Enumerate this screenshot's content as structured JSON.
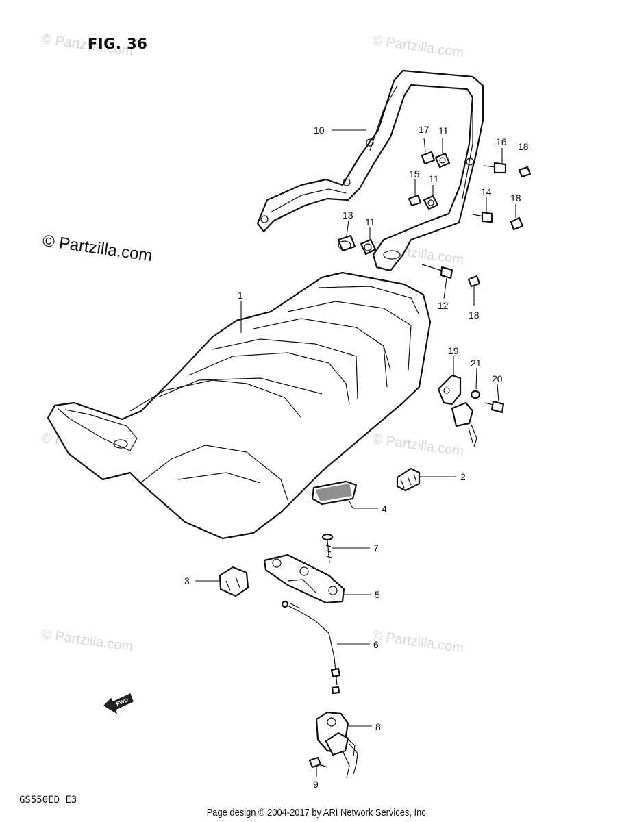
{
  "figure_title": "FIG. 36",
  "model_code": "GS550ED E3",
  "footer": "Page design © 2004-2017 by ARI Network Services, Inc.",
  "copyright_watermark": "© Partzilla.com",
  "faint_watermark": "© Partzilla.com",
  "fwd_label": "FWD",
  "callouts": {
    "c1": "1",
    "c2": "2",
    "c3": "3",
    "c4": "4",
    "c5": "5",
    "c6": "6",
    "c7": "7",
    "c8": "8",
    "c9": "9",
    "c10": "10",
    "c11a": "11",
    "c11b": "11",
    "c11c": "11",
    "c12": "12",
    "c13": "13",
    "c14": "14",
    "c15": "15",
    "c16": "16",
    "c17": "17",
    "c18a": "18",
    "c18b": "18",
    "c18c": "18",
    "c19": "19",
    "c20": "20",
    "c21": "21"
  }
}
